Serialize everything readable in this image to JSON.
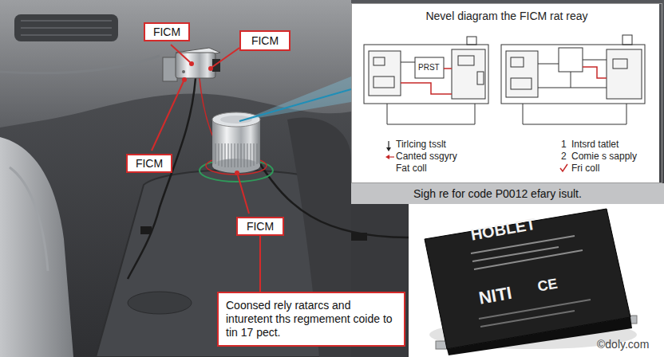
{
  "diagram": {
    "nodes": [
      {
        "text": [
          "FICM"
        ]
      },
      {
        "text": [
          "FICM"
        ]
      },
      {
        "text": [
          "Nevel diagram the FICM rat reay"
        ]
      },
      {
        "text": [
          "FICM"
        ]
      },
      {
        "text": [
          "FICM"
        ]
      },
      {
        "text": [
          "Coonsed rely ratarcs and inturetent ths regmement coide to tin 17 pect."
        ]
      }
    ],
    "edges": [
      {
        "from": 4,
        "to": 5,
        "arrow": "none"
      }
    ],
    "labels": [
      "PRST",
      "Tirlcing tsslt",
      "Canted ssgyry",
      "Fat coll",
      "1",
      "Intsrd tatlet",
      "2",
      "Comie s sapply",
      "Fri coll",
      "Sigh re for code P0012 efary isult.",
      "HOBLET",
      "NITI",
      "CE",
      "©doly.com"
    ]
  }
}
